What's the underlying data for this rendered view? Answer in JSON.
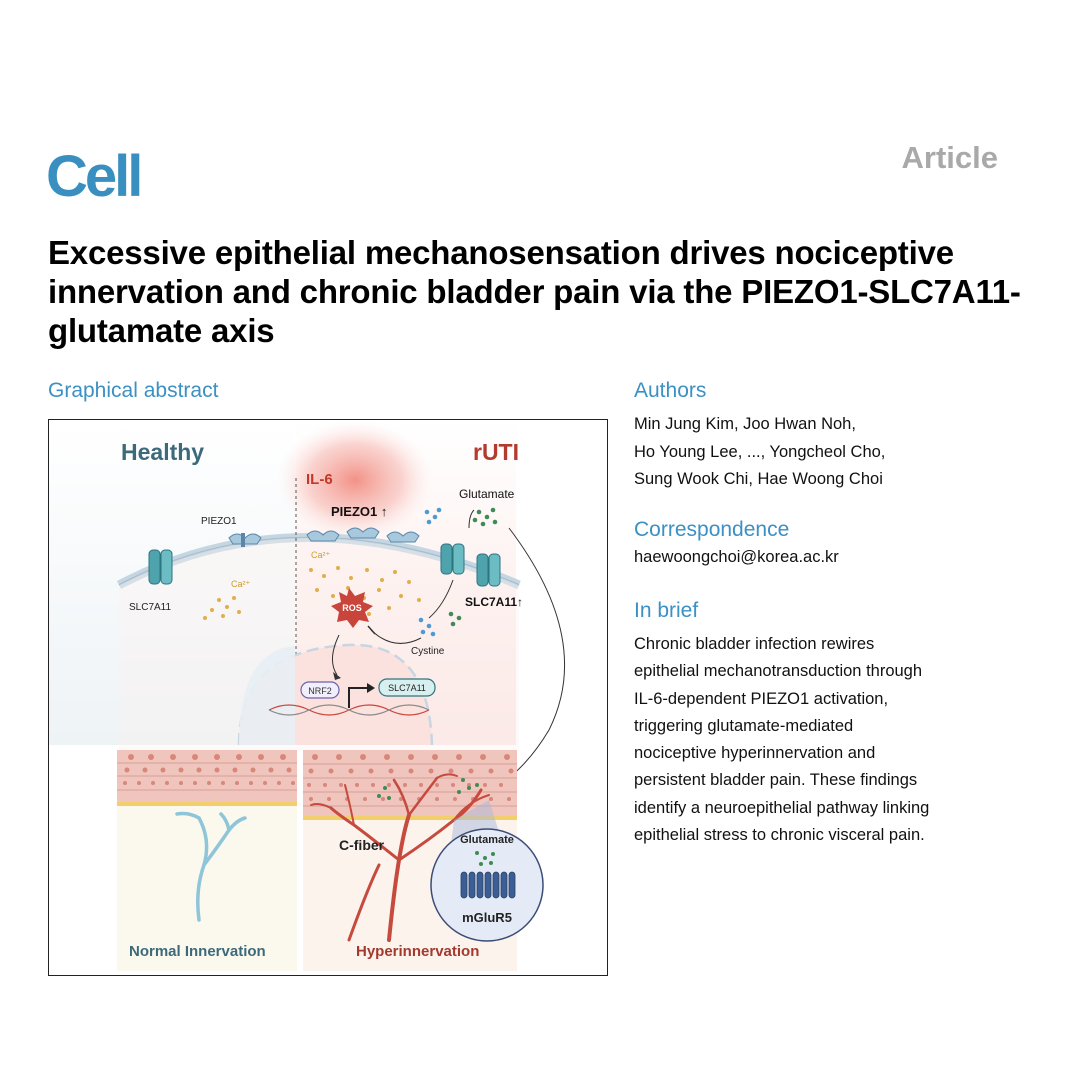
{
  "journal": "Cell",
  "article_type": "Article",
  "title": "Excessive epithelial mechanosensation drives nociceptive innervation and chronic bladder pain via the PIEZO1-SLC7A11-glutamate axis",
  "graphical_abstract": {
    "heading": "Graphical abstract",
    "labels": {
      "healthy": "Healthy",
      "ruti": "rUTI",
      "il6": "IL-6",
      "piezo1_left": "PIEZO1",
      "piezo1_up": "PIEZO1 ↑",
      "slc7a11_left": "SLC7A11",
      "slc7a11_up": "SLC7A11↑",
      "ca_left": "Ca²⁺",
      "ca_right": "Ca²⁺",
      "ros": "ROS",
      "glutamate_top": "Glutamate",
      "cystine": "Cystine",
      "nrf2": "NRF2",
      "slc7a11_gene": "SLC7A11",
      "c_fiber": "C-fiber",
      "glutamate_inset": "Glutamate",
      "mglur5": "mGluR5",
      "normal_innervation": "Normal Innervation",
      "hyperinnervation": "Hyperinnervation"
    },
    "colors": {
      "healthy": "#3d6a7a",
      "ruti": "#b23a2e",
      "nerve": "#8ec5d8",
      "nerve_red": "#c64a3e",
      "cell": "#f2c9c2",
      "glutamate_dot": "#3f8a55",
      "ca_dot": "#e1ae4b",
      "cystine_dot": "#4e9bd4"
    }
  },
  "authors": {
    "heading": "Authors",
    "lines": [
      "Min Jung Kim, Joo Hwan Noh,",
      "Ho Young Lee, ..., Yongcheol Cho,",
      "Sung Wook Chi, Hae Woong Choi"
    ]
  },
  "correspondence": {
    "heading": "Correspondence",
    "email": "haewoongchoi@korea.ac.kr"
  },
  "in_brief": {
    "heading": "In brief",
    "lines": [
      "Chronic bladder infection rewires",
      "epithelial mechanotransduction through",
      "IL-6-dependent PIEZO1 activation,",
      "triggering glutamate-mediated",
      "nociceptive hyperinnervation and",
      "persistent bladder pain. These findings",
      "identify a neuroepithelial pathway linking",
      "epithelial stress to chronic visceral pain."
    ]
  }
}
